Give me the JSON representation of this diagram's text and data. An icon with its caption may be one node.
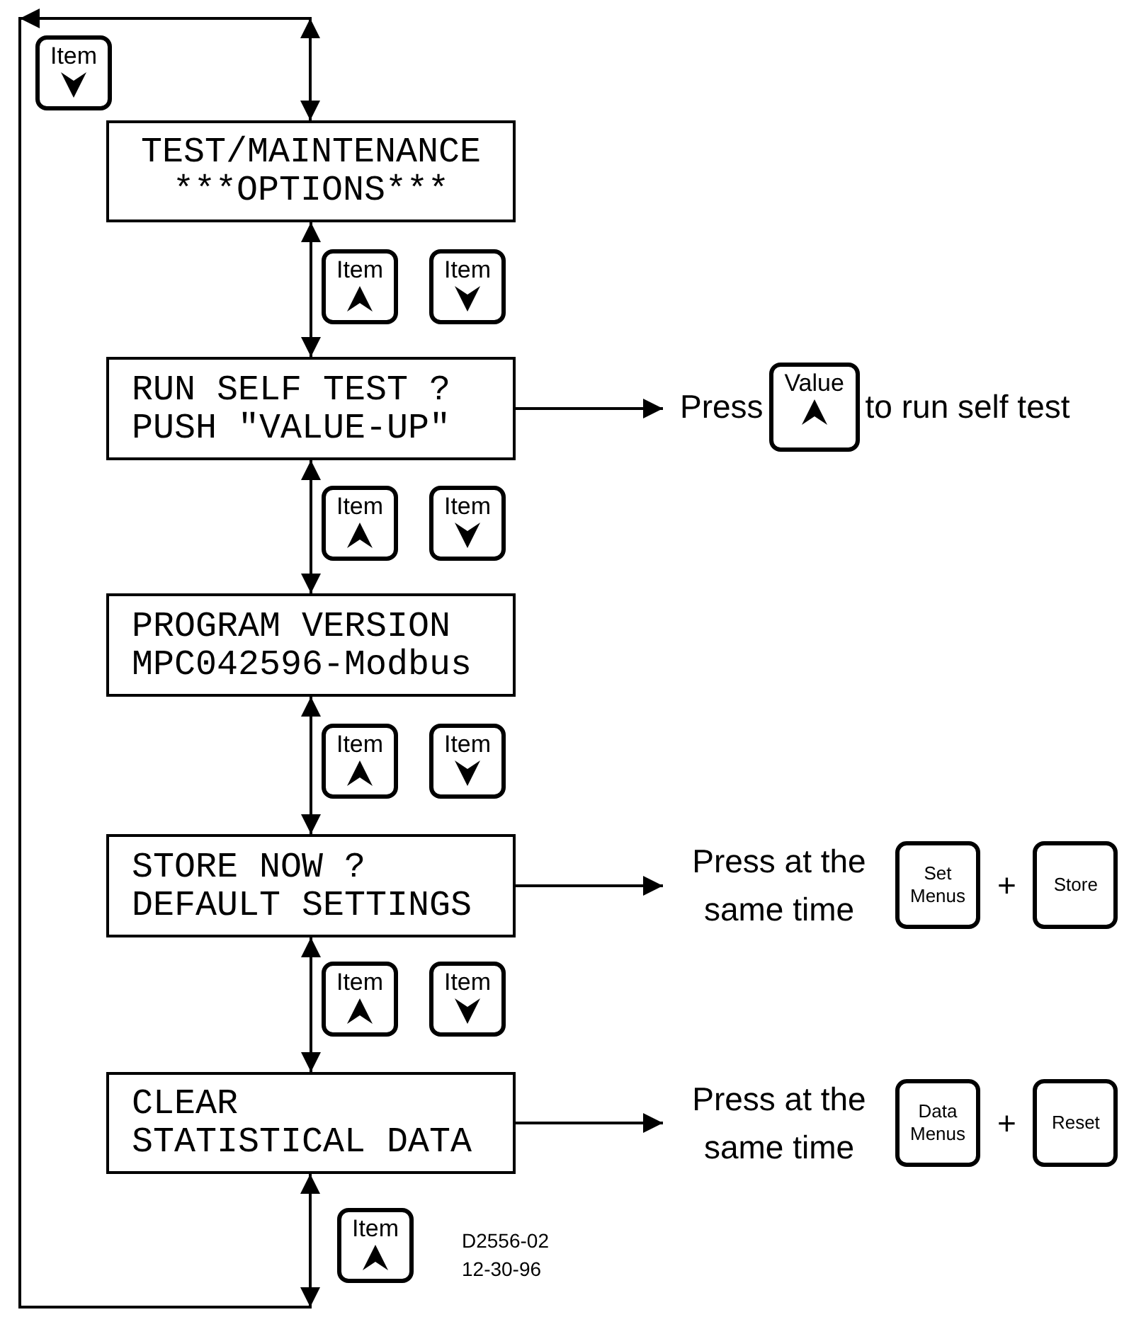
{
  "diagram": {
    "nodes": [
      {
        "text": [
          "TEST/MAINTENANCE",
          "***OPTIONS***"
        ]
      },
      {
        "text": [
          "RUN SELF TEST ?",
          "PUSH \"VALUE-UP\""
        ]
      },
      {
        "text": [
          "PROGRAM VERSION",
          "MPC042596-Modbus"
        ]
      },
      {
        "text": [
          "STORE NOW ?",
          "DEFAULT SETTINGS"
        ]
      },
      {
        "text": [
          "CLEAR",
          "STATISTICAL DATA"
        ]
      },
      {
        "text": [
          "Press",
          "to run self test"
        ]
      },
      {
        "text": [
          "Value"
        ],
        "in": 5
      },
      {
        "text": [
          "Press at the same time",
          "+"
        ]
      },
      {
        "text": [
          "Set Menus"
        ],
        "in": 7
      },
      {
        "text": [
          "Store"
        ],
        "in": 7
      },
      {
        "text": [
          "Press at the same time",
          "+"
        ]
      },
      {
        "text": [
          "Data Menus"
        ],
        "in": 10
      },
      {
        "text": [
          "Reset"
        ],
        "in": 10
      },
      {
        "text": [
          "Item"
        ]
      },
      {
        "text": [
          "Item"
        ]
      },
      {
        "text": [
          "Item"
        ]
      },
      {
        "text": [
          "Item"
        ]
      },
      {
        "text": [
          "Item"
        ]
      },
      {
        "text": [
          "Item"
        ]
      },
      {
        "text": [
          "Item"
        ]
      },
      {
        "text": [
          "Item"
        ]
      },
      {
        "text": [
          "Item"
        ]
      },
      {
        "text": [
          "Item"
        ]
      }
    ],
    "edges": [
      {
        "from": 0,
        "to": 1,
        "arrow": "both"
      },
      {
        "from": 1,
        "to": 2,
        "arrow": "both"
      },
      {
        "from": 2,
        "to": 3,
        "arrow": "both"
      },
      {
        "from": 3,
        "to": 4,
        "arrow": "both"
      },
      {
        "from": 4,
        "to": 0,
        "arrow": "both"
      },
      {
        "from": 1,
        "to": 5,
        "arrow": "to"
      },
      {
        "from": 3,
        "to": 7,
        "arrow": "to"
      },
      {
        "from": 4,
        "to": 10,
        "arrow": "to"
      }
    ],
    "labels": [
      "D2556-02",
      "12-30-96"
    ]
  }
}
